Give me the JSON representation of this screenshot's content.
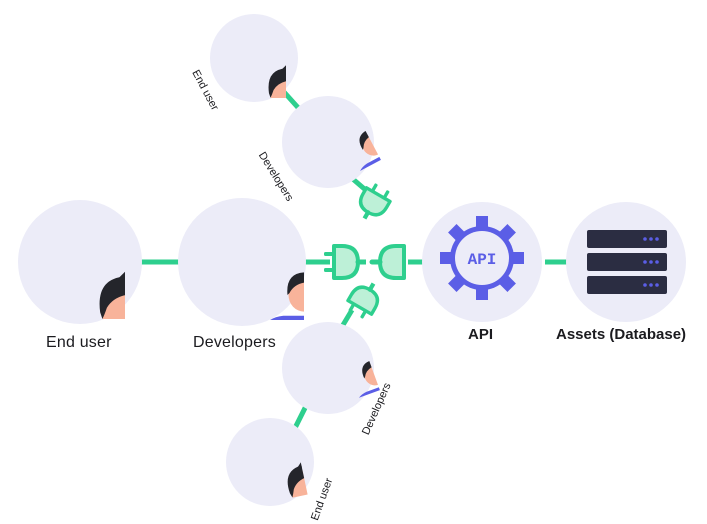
{
  "nodes": {
    "end_user_main": {
      "label": "End user"
    },
    "developers_main": {
      "label": "Developers"
    },
    "api": {
      "label": "API",
      "badge": "API"
    },
    "assets": {
      "label": "Assets (Database)"
    },
    "end_user_top": {
      "label": "End user"
    },
    "developers_top": {
      "label": "Developers"
    },
    "developers_bottom": {
      "label": "Developers"
    },
    "end_user_bottom": {
      "label": "End user"
    }
  },
  "colors": {
    "circle_bg": "#ececf8",
    "connector": "#2ecf8e",
    "plug_fill": "#bdf0d7",
    "skin": "#f8b39a",
    "hair": "#24252b",
    "shirt": "#5b5ee6",
    "laptop": "#2e2f3d",
    "accent": "#5b5ee6",
    "server": "#2b2d42"
  }
}
